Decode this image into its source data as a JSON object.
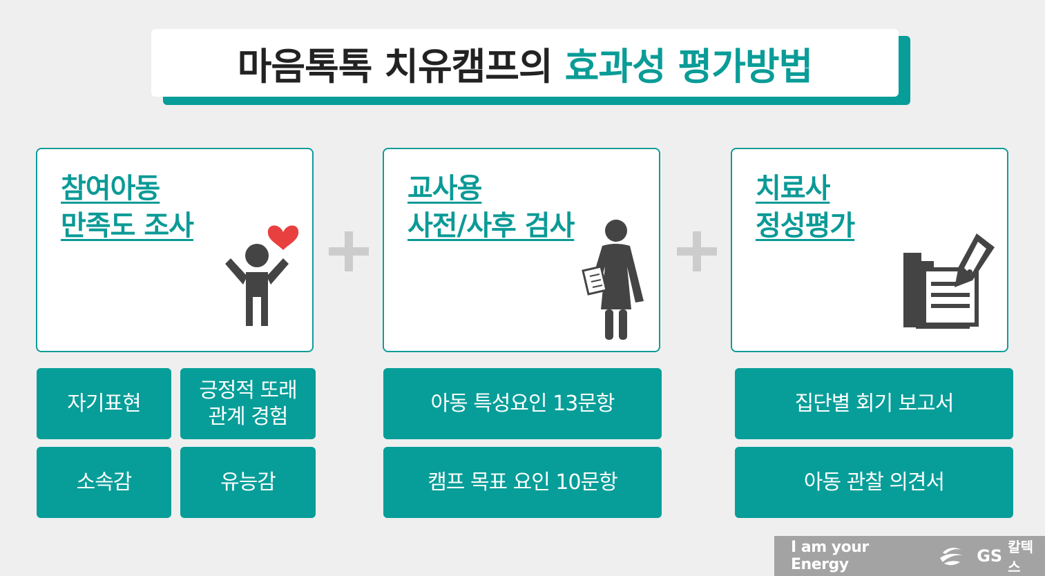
{
  "title": {
    "main": "마음톡톡 치유캠프의",
    "accent": "효과성 평가방법"
  },
  "colors": {
    "accent": "#0a9c97",
    "tag_bg": "#079e99",
    "background": "#efefef",
    "heart": "#e8403e"
  },
  "cards": [
    {
      "title_lines": [
        "참여아동",
        "만족도 조사"
      ],
      "icon": "child-with-heart-icon"
    },
    {
      "title_lines": [
        "교사용",
        "사전/사후 검사"
      ],
      "icon": "teacher-icon"
    },
    {
      "title_lines": [
        "치료사",
        "정성평가"
      ],
      "icon": "document-pen-icon"
    }
  ],
  "tags": {
    "card1": [
      "자기표현",
      [
        "긍정적 또래",
        "관계 경험"
      ],
      "소속감",
      "유능감"
    ],
    "card2": [
      "아동 특성요인 13문항",
      "캠프 목표 요인 10문항"
    ],
    "card3": [
      "집단별 회기 보고서",
      "아동 관찰 의견서"
    ]
  },
  "footer": {
    "slogan": "I am your Energy",
    "brand": "GS",
    "brand_ko": "칼텍스",
    "logo_icon": "gs-logo-icon"
  }
}
